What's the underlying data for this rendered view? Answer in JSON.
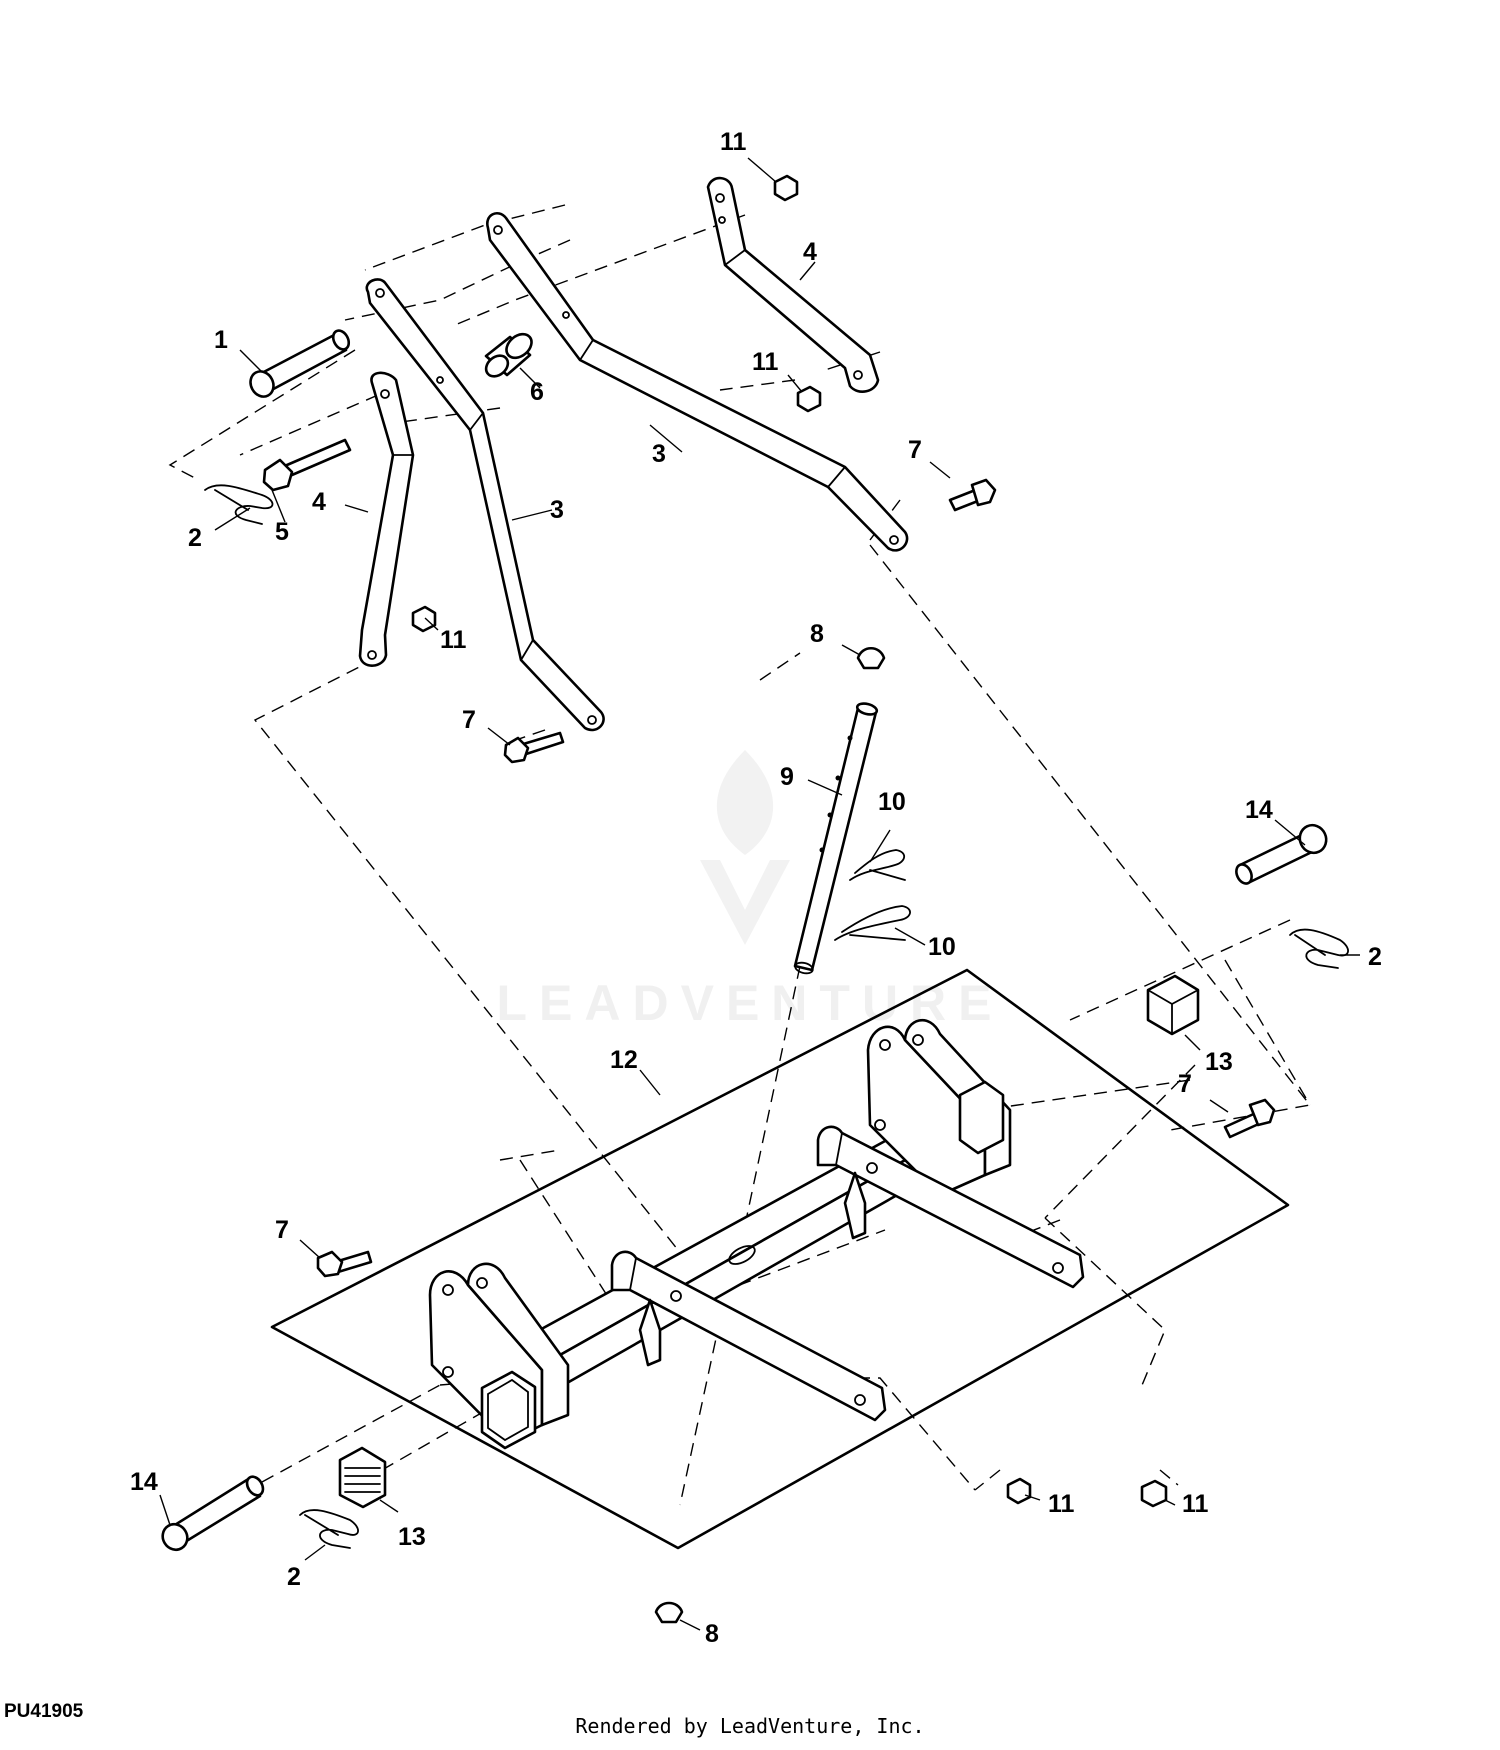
{
  "diagram_id": "PU41905",
  "credit": "Rendered by LeadVenture, Inc.",
  "watermark": "LEADVENTURE",
  "callouts": [
    "1",
    "2",
    "2",
    "2",
    "3",
    "3",
    "4",
    "4",
    "5",
    "6",
    "7",
    "7",
    "7",
    "7",
    "8",
    "8",
    "9",
    "10",
    "10",
    "11",
    "11",
    "11",
    "11",
    "11",
    "12",
    "13",
    "13",
    "14",
    "14"
  ]
}
